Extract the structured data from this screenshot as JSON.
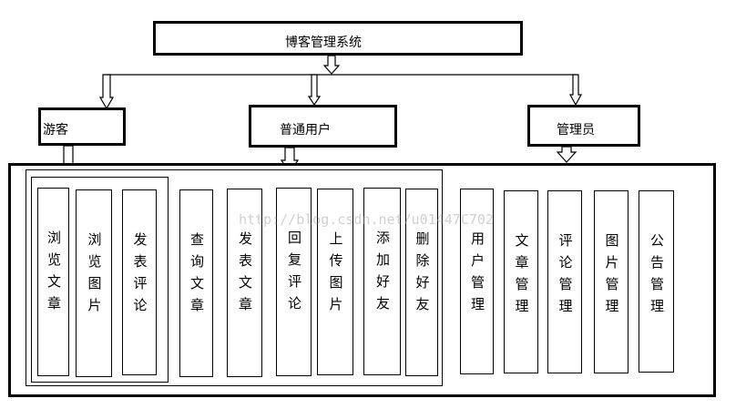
{
  "title": "博客管理系统",
  "roles": {
    "guest": "游客",
    "user": "普通用户",
    "admin": "管理员"
  },
  "functions": {
    "guest": [
      "浏览文章",
      "浏览图片",
      "发表评论"
    ],
    "user": [
      "查询文章",
      "发表文章",
      "回复评论",
      "上传图片",
      "添加好友",
      "删除好友"
    ],
    "admin": [
      "用户管理",
      "文章管理",
      "评论管理",
      "图片管理",
      "公告管理"
    ]
  },
  "watermark": "http://blog.csdn.net/u01447C702"
}
